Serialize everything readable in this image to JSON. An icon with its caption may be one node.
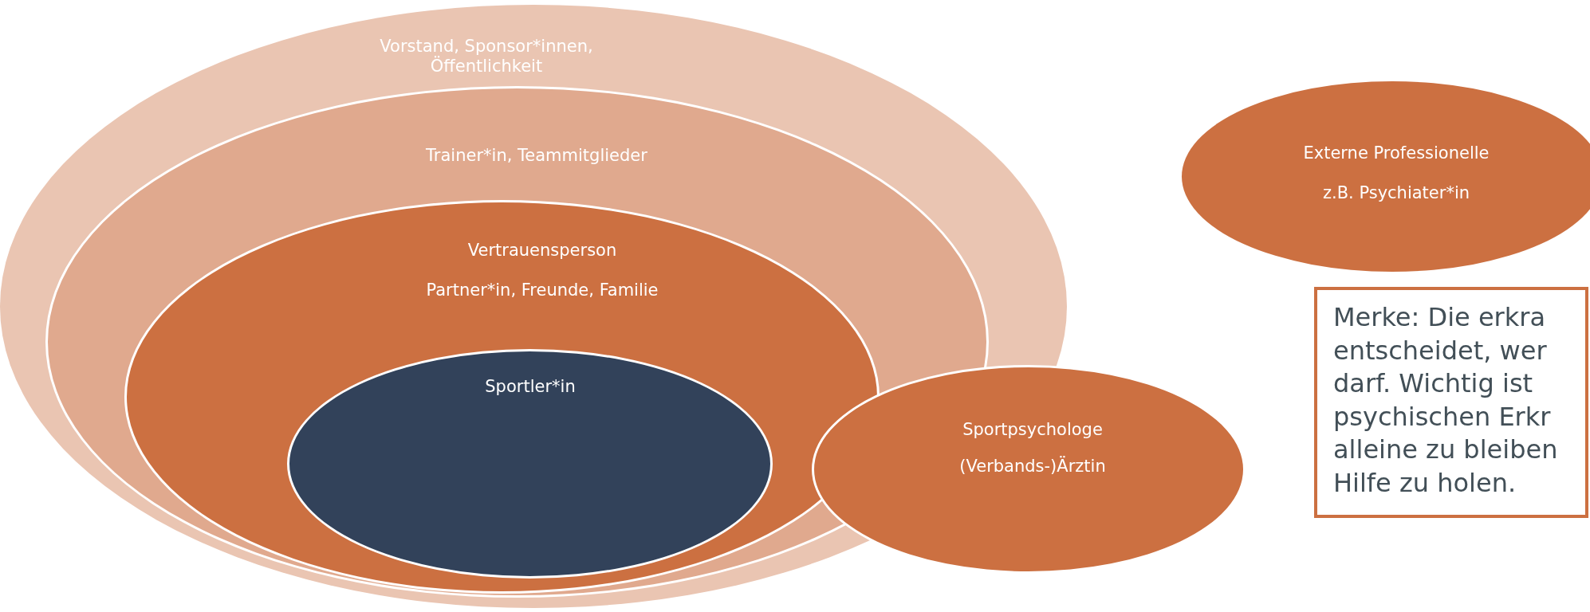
{
  "diagram": {
    "nodes": [
      {
        "text": [
          "Vorstand, Sponsor*innen, Öffentlichkeit"
        ]
      },
      {
        "text": [
          "Trainer*in, Teammitglieder"
        ],
        "in": 0
      },
      {
        "text": [
          "Vertrauensperson",
          "Partner*in, Freunde, Familie"
        ],
        "in": 1
      },
      {
        "text": [
          "Sportler*in"
        ],
        "in": 2
      },
      {
        "text": [
          "Sportpsychologe",
          "(Verbands-)Ärztin"
        ]
      },
      {
        "text": [
          "Externe Professionelle",
          "z.B. Psychiater*in"
        ]
      },
      {
        "text": [
          "Merke: Die erkra entscheidet, wer darf. Wichtig ist psychischen Erkr alleine zu bleiben Hilfe zu holen."
        ]
      }
    ],
    "edges": []
  }
}
